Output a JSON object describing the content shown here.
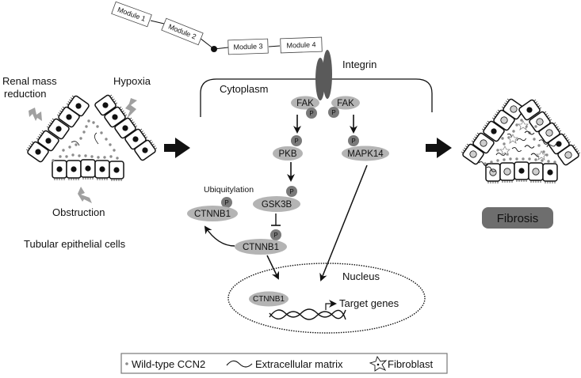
{
  "modules": [
    "Module 1",
    "Module 2",
    "Module 3",
    "Module 4"
  ],
  "labels": {
    "integrin": "Integrin",
    "cytoplasm": "Cytoplasm",
    "nucleus": "Nucleus",
    "target_genes": "Target genes",
    "ubiquitylation": "Ubiquitylation",
    "renal_mass_reduction_line1": "Renal mass",
    "renal_mass_reduction_line2": "reduction",
    "hypoxia": "Hypoxia",
    "obstruction": "Obstruction",
    "tubular_epithelial_cells": "Tubular epithelial cells",
    "fibrosis": "Fibrosis"
  },
  "proteins": {
    "fak_left": "FAK",
    "fak_right": "FAK",
    "pkb": "PKB",
    "mapk14": "MAPK14",
    "gsk3b": "GSK3B",
    "ctnnb1_ubiq": "CTNNB1",
    "ctnnb1_main": "CTNNB1",
    "ctnnb1_nucleus": "CTNNB1",
    "phospho": "P"
  },
  "legend": {
    "items": [
      {
        "icon": "dot-icon",
        "label": "Wild-type CCN2"
      },
      {
        "icon": "wave-icon",
        "label": "Extracellular matrix"
      },
      {
        "icon": "star-icon",
        "label": "Fibroblast"
      }
    ]
  },
  "colors": {
    "protein_fill": "#b4b4b4",
    "phospho_fill": "#7a7a7a",
    "integrin_fill": "#5a5a5a",
    "fibrosis_fill": "#6e6e6e",
    "ccn2_dot": "#8c8c8c",
    "stimulus_bolt": "#a0a0a0",
    "ink": "#111111"
  }
}
